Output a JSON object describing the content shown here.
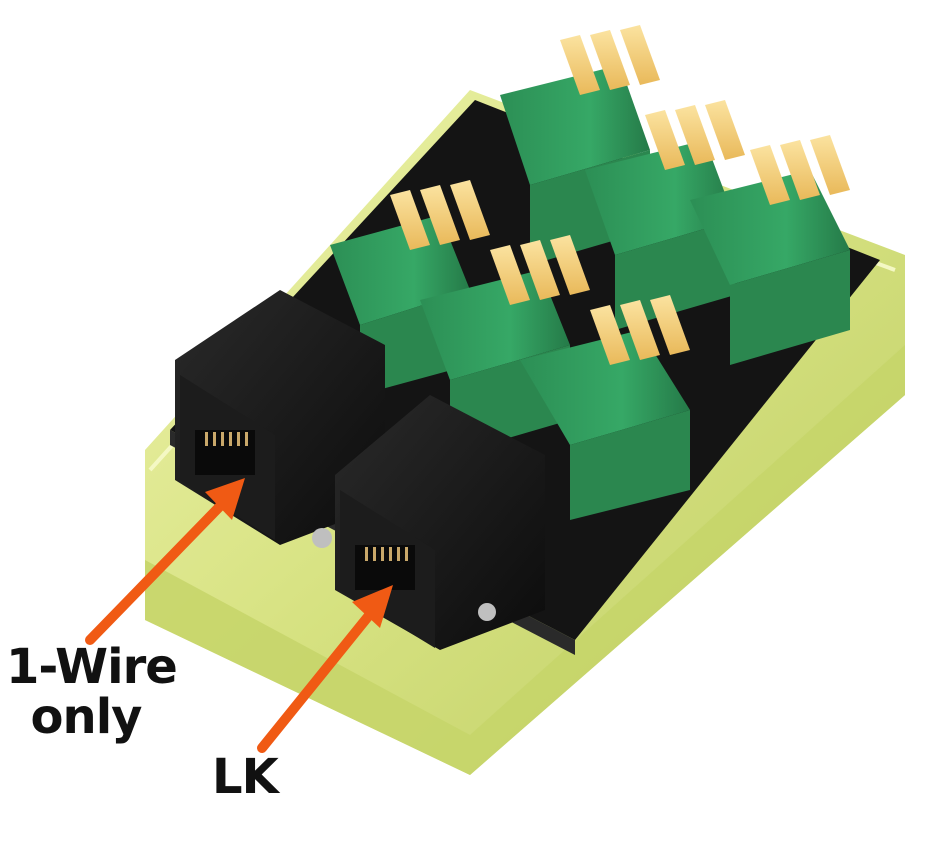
{
  "callouts": {
    "onewire": {
      "line1": "1-Wire",
      "line2": "only"
    },
    "lk": {
      "text": "LK"
    }
  },
  "colors": {
    "background": "#ffffff",
    "arrow": "#f05a14",
    "terminal_green": "#2f9a5e",
    "lever_yellow": "#f6d27a",
    "jack_black": "#1a1a1a",
    "pcb_black": "#141414",
    "enclosure_yellow": "#dbe58a"
  },
  "icons": {
    "connector_block": "terminal-block-icon",
    "jack": "rj-jack-icon",
    "arrow": "arrow-icon"
  }
}
